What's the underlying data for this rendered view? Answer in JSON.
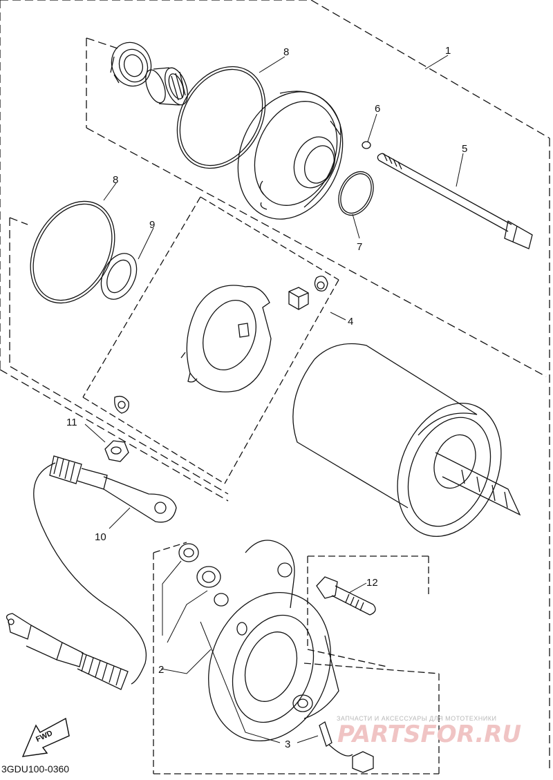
{
  "diagram": {
    "code": "3GDU100-0360",
    "direction_label": "FWD",
    "callouts": {
      "c1": "1",
      "c2": "2",
      "c3": "3",
      "c4": "4",
      "c5": "5",
      "c6": "6",
      "c7": "7",
      "c8a": "8",
      "c8b": "8",
      "c9": "9",
      "c10": "10",
      "c11": "11",
      "c12": "12"
    }
  },
  "watermark": {
    "tagline": "ЗАПЧАСТИ И АКСЕССУАРЫ ДЛЯ МОТОТЕХНИКИ",
    "brand": "PARTSFOR.RU"
  },
  "colors": {
    "line": "#111111",
    "watermark_text": "#b8b8b8",
    "watermark_brand": "#f0c4c4"
  }
}
